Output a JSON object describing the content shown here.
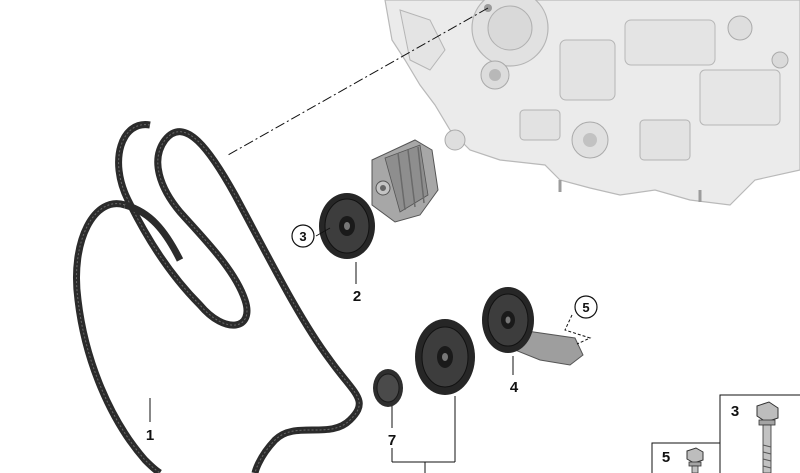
{
  "diagram": {
    "colors": {
      "background": "#ffffff",
      "engine_fill": "#ebebeb",
      "engine_stroke": "#b9b9b9",
      "belt": "#2b2b2b",
      "pulley_dark": "#262626",
      "pulley_mid": "#4a4a4a",
      "tensioner_gray": "#a7a7a7",
      "leader": "#111111"
    },
    "callouts": {
      "belt": "1",
      "tensioner": "2",
      "tensioner_bolt": "3",
      "idler_bracket": "4",
      "bracket_bolt": "5",
      "dust_cap": "7"
    },
    "legend": {
      "bolt_long": "3",
      "bolt_short": "5"
    },
    "icons": [
      "engine-block",
      "ribbed-belt",
      "tensioner-unit",
      "idler-pulley",
      "dust-cap",
      "bolt"
    ]
  }
}
